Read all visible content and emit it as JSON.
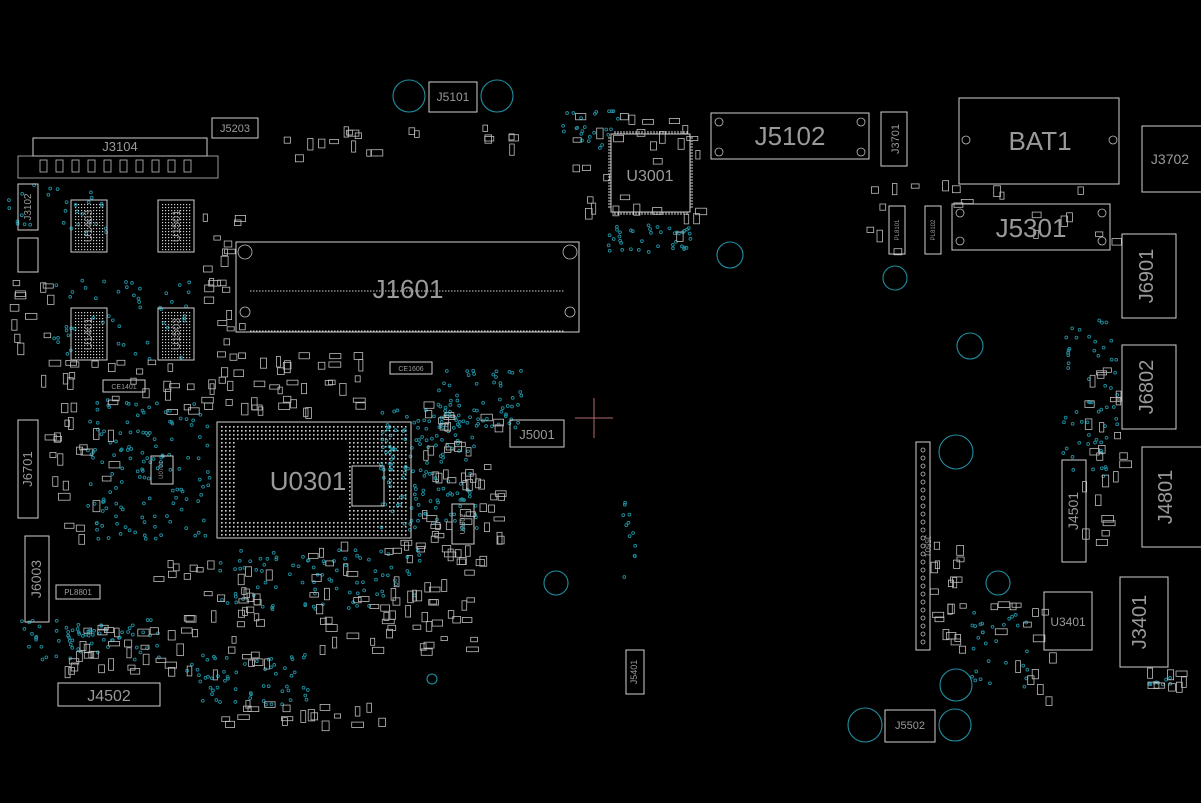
{
  "board": {
    "background_color": "#000000",
    "outline_color": "#cfcfcf",
    "via_color": "#1f8fa0",
    "cursor_color": "#b46a6a"
  },
  "labels": {
    "J5101": "J5101",
    "J3104": "J3104",
    "J5203": "J5203",
    "J5102": "J5102",
    "J3701": "J3701",
    "BAT1": "BAT1",
    "J3702": "J3702",
    "U3001": "U3001",
    "J5301": "J5301",
    "J1601": "J1601",
    "U1403": "U1403",
    "U1501": "U1501",
    "U1401": "U1401",
    "U1503": "U1503",
    "J3102": "J3102",
    "J6901": "J6901",
    "J6802": "J6802",
    "U0301": "U0301",
    "J5001": "J5001",
    "J6701": "J6701",
    "J4801": "J4801",
    "J4501": "J4501",
    "J6003": "J6003",
    "J5501": "J5501",
    "U3401": "U3401",
    "J3401": "J3401",
    "J4502": "J4502",
    "J5401": "J5401",
    "J5502": "J5502",
    "U2802": "U2802",
    "CE1401": "CE1401",
    "CE1606": "CE1606",
    "PL8801": "PL8801",
    "U0701": "U0701",
    "PL8101": "PL8101",
    "PL8102": "PL8102"
  }
}
